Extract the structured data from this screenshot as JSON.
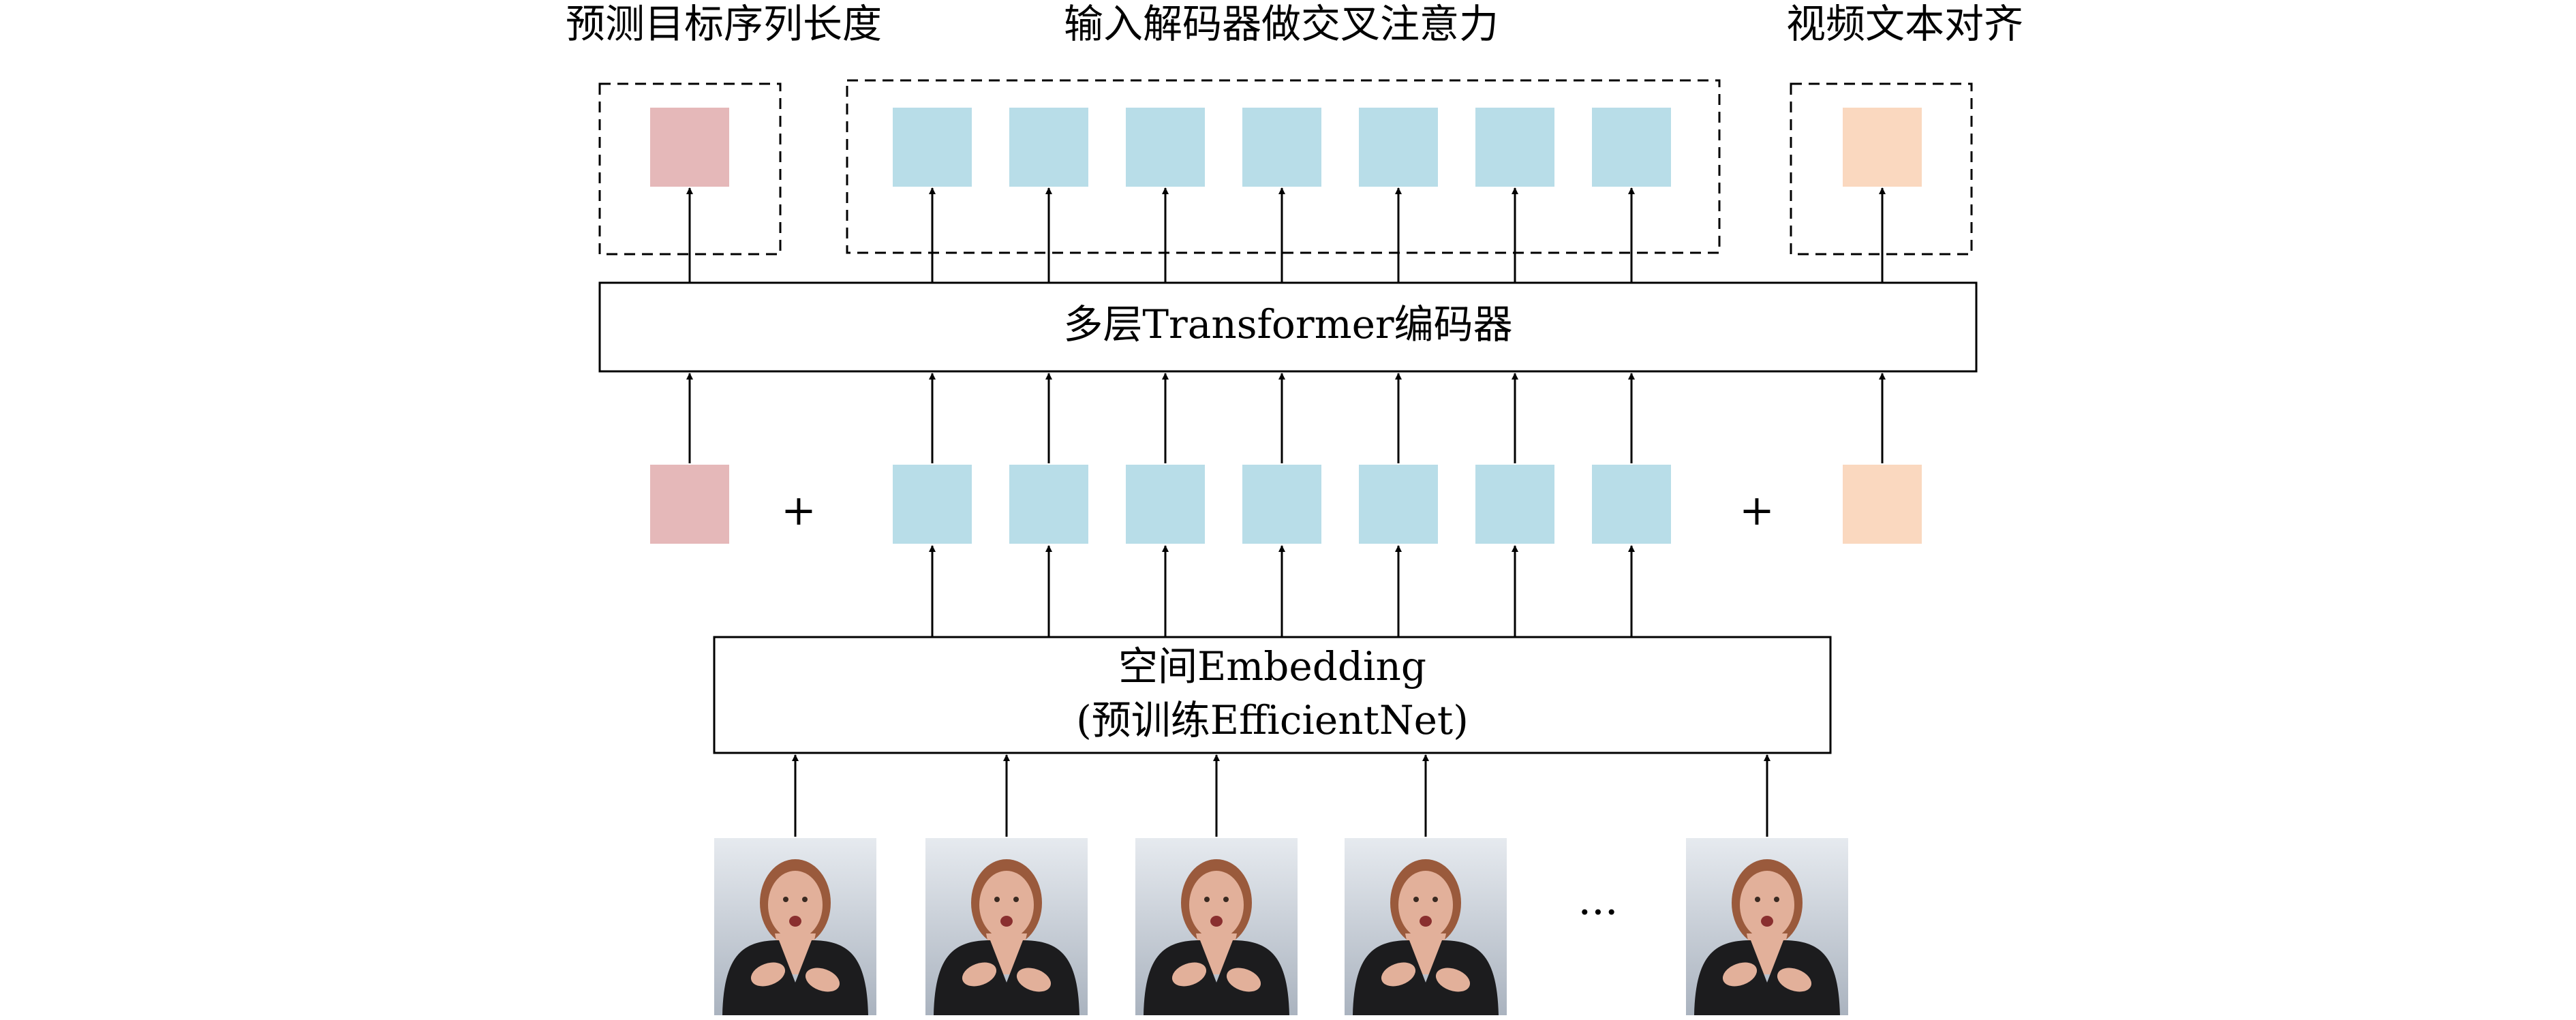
{
  "headers": {
    "length": "预测目标序列长度",
    "decoder": "输入解码器做交叉注意力",
    "align": "视频文本对齐"
  },
  "encoder": {
    "label": "多层Transformer编码器"
  },
  "spatial": {
    "line1": "空间Embedding",
    "line2": "(预训练EfficientNet)"
  },
  "symbols": {
    "plus": "+",
    "ellipsis": "···"
  },
  "tokens": {
    "decoder_count": 7
  },
  "frames": {
    "count": 5
  },
  "colors": {
    "length_token": "#e5b8b9",
    "visual_token": "#b8dde8",
    "align_token": "#fad8bf",
    "frame_background": "#c8cfd8",
    "jacket": "#1c1c1e",
    "skin": "#e2b09a",
    "hair": "#9a5a3c"
  }
}
